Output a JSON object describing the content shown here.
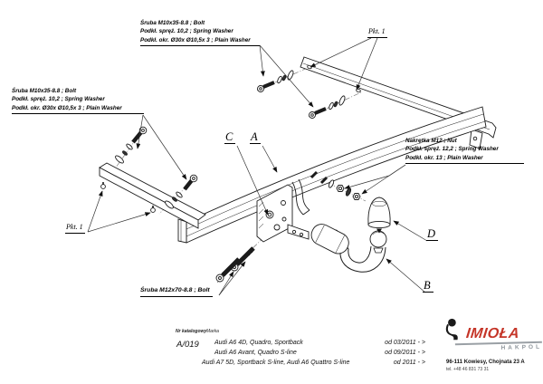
{
  "callouts": {
    "bolt_m10_top": [
      "Śruba M10x35-8.8 ; Bolt",
      "Podkł. spręż. 10,2 ; Spring Washer",
      "Podkł. okr.  Ø30x Ø10,5x 3 ; Plain Washer"
    ],
    "bolt_m10_left": [
      "Śruba M10x35-8.8 ; Bolt",
      "Podkł. spręż. 10,2 ; Spring Washer",
      "Podkł. okr.  Ø30x Ø10,5x 3 ; Plain Washer"
    ],
    "nut_m12_right": [
      "Nakrętka  M12 ; Nut",
      "Podkł. spręż. 12,2 ; Spring Washer",
      "Podkł. okr. 13 ; Plain Washer"
    ],
    "bolt_m12_bottom": "Śruba M12x70-8.8 ;  Bolt",
    "pkt1": "Pkt. 1",
    "parts": {
      "a": "A",
      "b": "B",
      "c": "C",
      "d": "D"
    }
  },
  "footer": {
    "catalog_label": "Nr katalogowy",
    "brand_label": "Marka",
    "catalog_number": "A/019",
    "vehicles": [
      {
        "model": "Audi A6 4D, Quadro, Sportback",
        "date": "od 03/2011 - >"
      },
      {
        "model": "Audi A6 Avant, Quadro S-line",
        "date": "od 09/2011 - >"
      },
      {
        "model": "Audi A7 5D, Sportback S-line, Audi A6 Quattro S-line",
        "date": "od 2011 - >"
      }
    ],
    "logo": {
      "brand": "IMIOŁA",
      "sub_brand": "HAKPOL",
      "address": "96-111 Kowiesy, Chojnata 23 A",
      "phone": "tel. +48 46 831 73 31"
    },
    "colors": {
      "logo_red": "#c53528",
      "logo_grey": "#9aa0a5",
      "line_art": "#1b1b1b"
    }
  }
}
